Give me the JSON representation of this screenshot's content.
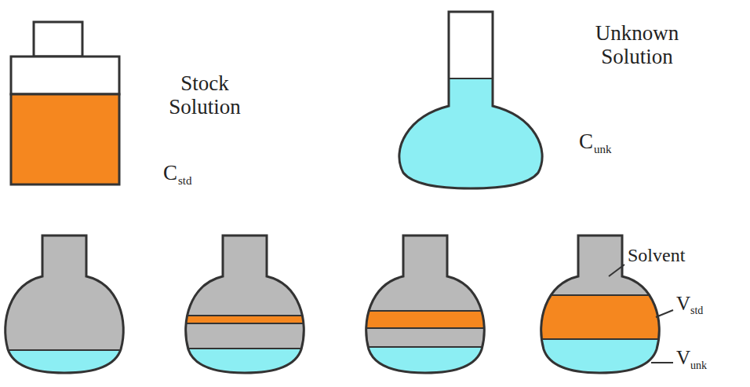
{
  "diagram": {
    "labels": [
      "Stock Solution",
      "C",
      "std",
      "Unknown Solution",
      "C",
      "unk",
      "Solvent",
      "V",
      "std",
      "V",
      "unk"
    ]
  }
}
